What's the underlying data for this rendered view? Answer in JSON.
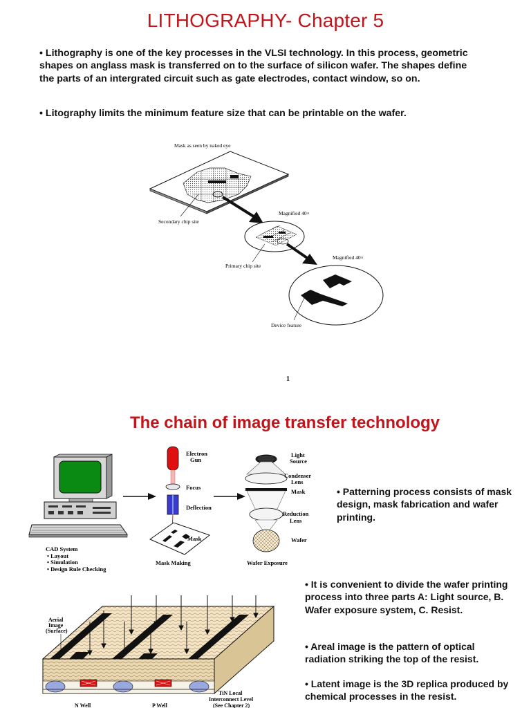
{
  "slide1": {
    "title": "LITHOGRAPHY- Chapter 5",
    "bullets": [
      "•  Lithography  is one of the key processes in the VLSI technology. In this process, geometric shapes on anglass mask is transferred on to the surface of silicon wafer. The shapes define the parts of an intergrated circuit such as gate electrodes, contact window, so on.",
      "•  Litography limits the minimum feature size that can be printable on the wafer."
    ],
    "figure_labels": {
      "mask_naked_eye": "Mask as seen by naked eye",
      "magnified_1": "Magnified 40×",
      "secondary_chip": "Secondary chip site",
      "magnified_2": "Magnified 40×",
      "primary_chip": "Primary chip site",
      "device_feature": "Device feature"
    },
    "page_number": "1"
  },
  "slide2": {
    "title": "The chain of image transfer technology",
    "cad_labels": [
      "CAD System",
      "• Layout",
      "• Simulation",
      "• Design Rule Checking"
    ],
    "mask_labels": {
      "gun": [
        "Electron",
        "Gun"
      ],
      "focus": "Focus",
      "deflection": "Deflection",
      "mask": "Mask",
      "caption": "Mask Making"
    },
    "wafer_labels": {
      "light": [
        "Light",
        "Source"
      ],
      "condenser": [
        "Condenser",
        "Lens"
      ],
      "mask": "Mask",
      "reduction": [
        "Reduction",
        "Lens"
      ],
      "wafer": "Wafer",
      "caption": "Wafer Exposure"
    },
    "cross_labels": {
      "aerial": [
        "Aerial",
        "Image",
        "(Surface)"
      ],
      "nwell": "N Well",
      "pwell": "P Well",
      "tin": [
        "TiN Local",
        "Interconnect Level",
        "(See Chapter 2)"
      ]
    },
    "right_bullets": [
      "• Patterning process consists of mask design, mask fabrication and wafer printing.",
      "•  It is convenient to divide the wafer printing process into three parts A:  Light source, B.  Wafer exposure system, C. Resist.",
      "• Areal image is the pattern of optical radiation striking the top of the resist.",
      "• Latent image is the 3D replica produced by chemical processes in the resist."
    ]
  },
  "colors": {
    "title_red": "#c0151b",
    "monitor_green": "#0a8a12",
    "gun_red": "#e01010"
  }
}
